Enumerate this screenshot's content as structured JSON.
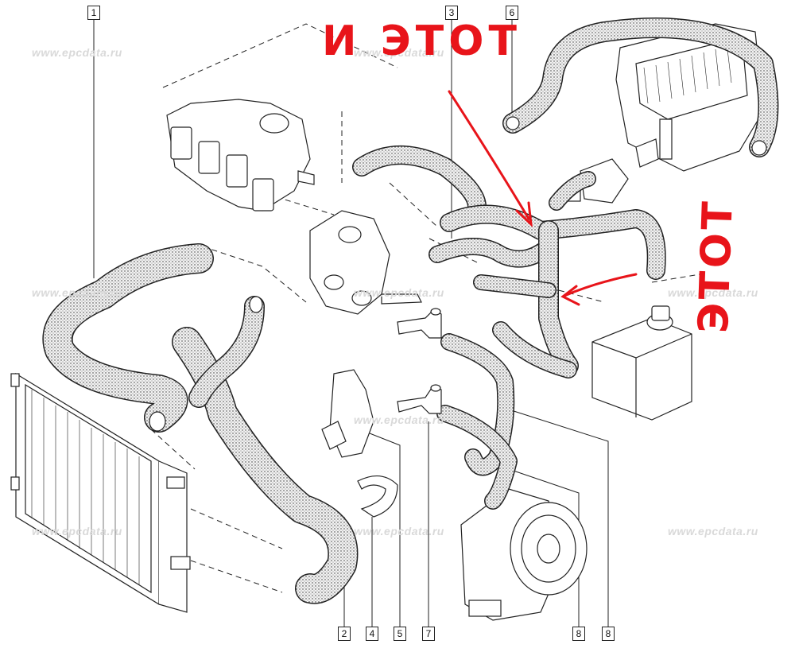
{
  "watermark_text": "www.epcdata.ru",
  "callouts": [
    "1",
    "2",
    "3",
    "4",
    "5",
    "6",
    "7",
    "8",
    "8"
  ],
  "annotations": {
    "top": "И ЭТОТ",
    "right": "ЭТОТ"
  },
  "colors": {
    "line": "#1a1a1a",
    "annotation": "#e8141a",
    "watermark": "#d9d9d9",
    "hose_fill": "#e6e6e6"
  }
}
